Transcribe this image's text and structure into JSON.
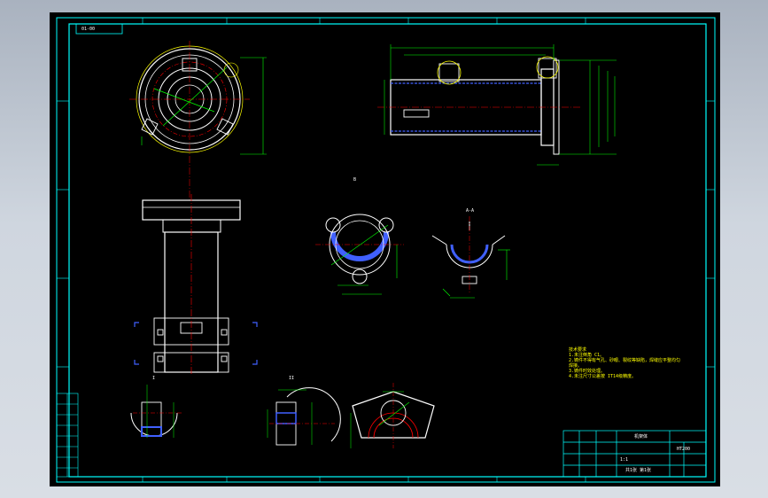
{
  "drawing": {
    "drawing_number": "01-00",
    "view_marks": {
      "top_center": "B",
      "section_right": "A-A",
      "detail_left": "I",
      "detail_mid": "II"
    },
    "tech_req": {
      "title": "技术要求",
      "lines": [
        "1.未注倒角 C1。",
        "2.铸件不得有气孔、砂眼、裂纹等缺陷，焊缝应平整均匀",
        "焊接。",
        "3.铸件时效处理。",
        "4.未注尺寸公差按 IT14级精度。"
      ]
    },
    "title_block": {
      "part_name": "机架体",
      "material": "HT200",
      "scale": "1:1",
      "sheet": "共1张 第1张"
    }
  },
  "colors": {
    "viewport_bg": "#000000",
    "frame": "#00ffff",
    "outline": "#ffffff",
    "dimension": "#00ff00",
    "center_line": "#ff0000",
    "highlight": "#ffff00",
    "hidden": "#4060ff"
  }
}
